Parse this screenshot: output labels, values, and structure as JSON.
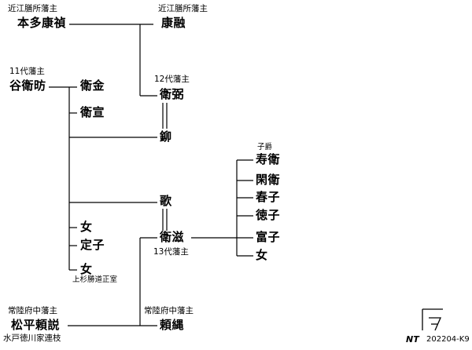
{
  "notes": {
    "honda_title": "近江膳所藩主",
    "yasutada_title": "近江膳所藩主",
    "morihide_title": "11代藩主",
    "moritada_title": "12代藩主",
    "morishige_title": "13代藩主",
    "sonchaku": "子爵",
    "josaki_note": "上杉勝道正室",
    "yorinobu_title": "常陸府中藩主",
    "yorinawa_title": "常陸府中藩主",
    "yorinobu_origin": "水戸徳川家連枝"
  },
  "persons": {
    "honda_yasusada": "本多康禎",
    "yasutada": "康融",
    "morihide": "谷衛昉",
    "morikane": "衛金",
    "moritada": "衛弼",
    "morinobu": "衛宣",
    "ryo": "鉚",
    "uta": "歌",
    "onna1": "女",
    "sadako": "定子",
    "onna2": "女",
    "morishige": "衛滋",
    "matsudaira_yorinobu": "松平頼説",
    "yorinawa": "頼縄",
    "hisamori": "寿衛",
    "kanmori": "閑衛",
    "haruko": "春子",
    "tokuko": "徳子",
    "tomiko": "富子",
    "onna3": "女"
  },
  "footer": {
    "logo_text": "NT",
    "code": "202204-K9"
  }
}
